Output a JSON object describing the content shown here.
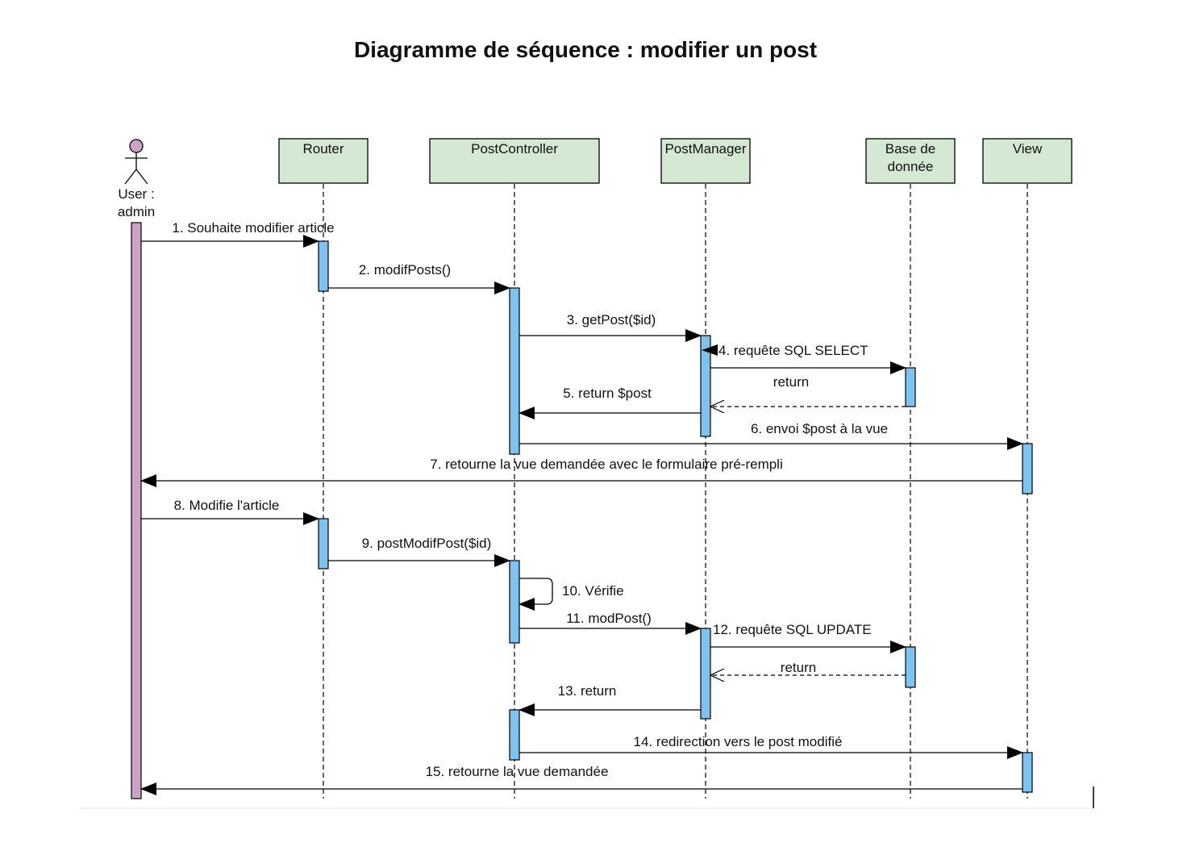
{
  "title": "Diagramme de séquence : modifier un post",
  "actor": {
    "label_line1": "User :",
    "label_line2": "admin"
  },
  "participants": [
    {
      "id": "router",
      "lines": [
        "Router"
      ]
    },
    {
      "id": "postcontroller",
      "lines": [
        "PostController"
      ]
    },
    {
      "id": "postmanager",
      "lines": [
        "PostManager"
      ]
    },
    {
      "id": "db",
      "lines": [
        "Base de",
        "donnée"
      ]
    },
    {
      "id": "view",
      "lines": [
        "View"
      ]
    }
  ],
  "messages": [
    {
      "label": "1. Souhaite modifier article",
      "from": "actor",
      "to": "router",
      "type": "sync"
    },
    {
      "label": "2. modifPosts()",
      "from": "router",
      "to": "postcontroller",
      "type": "sync"
    },
    {
      "label": "3. getPost($id)",
      "from": "postcontroller",
      "to": "postmanager",
      "type": "sync"
    },
    {
      "label": "4. requête SQL SELECT",
      "from": "postmanager",
      "to": "db",
      "type": "sync"
    },
    {
      "label": "return",
      "from": "db",
      "to": "postmanager",
      "type": "return"
    },
    {
      "label": "5. return $post",
      "from": "postmanager",
      "to": "postcontroller",
      "type": "sync"
    },
    {
      "label": "6. envoi $post à la vue",
      "from": "postcontroller",
      "to": "view",
      "type": "sync"
    },
    {
      "label": "7. retourne la vue demandée avec le formulaire pré-rempli",
      "from": "view",
      "to": "actor",
      "type": "sync"
    },
    {
      "label": "8. Modifie l'article",
      "from": "actor",
      "to": "router",
      "type": "sync"
    },
    {
      "label": "9. postModifPost($id)",
      "from": "router",
      "to": "postcontroller",
      "type": "sync"
    },
    {
      "label": "10. Vérifie",
      "from": "postcontroller",
      "to": "postcontroller",
      "type": "self"
    },
    {
      "label": "11. modPost()",
      "from": "postcontroller",
      "to": "postmanager",
      "type": "sync"
    },
    {
      "label": "12. requête SQL UPDATE",
      "from": "postmanager",
      "to": "db",
      "type": "sync"
    },
    {
      "label": "return",
      "from": "db",
      "to": "postmanager",
      "type": "return"
    },
    {
      "label": "13. return",
      "from": "postmanager",
      "to": "postcontroller",
      "type": "sync"
    },
    {
      "label": "14. redirection vers le post modifié",
      "from": "postcontroller",
      "to": "view",
      "type": "sync"
    },
    {
      "label": "15. retourne la vue demandée",
      "from": "view",
      "to": "actor",
      "type": "sync"
    }
  ],
  "colors": {
    "participant_fill": "#d5e8d4",
    "activation_fill": "#7ec3f0",
    "actor_activation_fill": "#cda2c6",
    "actor_head_fill": "#cda2c6",
    "line": "#000000"
  }
}
